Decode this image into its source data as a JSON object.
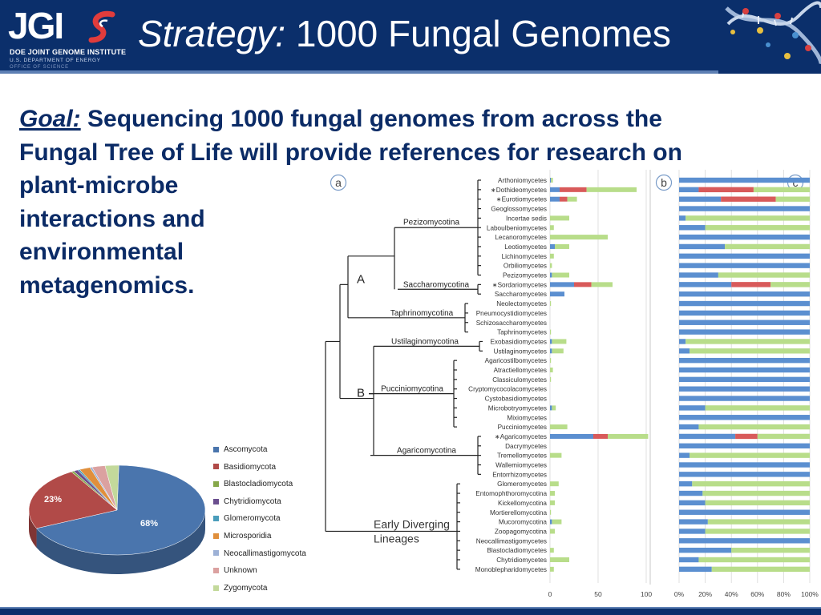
{
  "header": {
    "logo": "JGI",
    "logo_line1": "DOE JOINT GENOME INSTITUTE",
    "logo_line2": "U.S. DEPARTMENT OF ENERGY",
    "logo_line3": "OFFICE OF SCIENCE",
    "title_italic": "Strategy:",
    "title_rest": " 1000 Fungal Genomes"
  },
  "goal": {
    "label": "Goal:",
    "line1_rest": " Sequencing 1000 fungal genomes from across the",
    "line2": "Fungal Tree of Life will provide references for research on",
    "line3": "plant-microbe",
    "line4": "interactions and",
    "line5": "environmental",
    "line6": "metagenomics."
  },
  "colors": {
    "header_bg": "#0b2f6b",
    "text_dark_blue": "#0b2b66",
    "bar_blue": "#5b8fd0",
    "bar_red": "#d85a5a",
    "bar_green": "#b8dd8a"
  },
  "chart_data": [
    {
      "type": "pie",
      "categories": [
        "Ascomycota",
        "Basidiomycota",
        "Blastocladiomycota",
        "Chytridiomycota",
        "Glomeromycota",
        "Microsporidia",
        "Neocallimastigomycota",
        "Unknown",
        "Zygomycota"
      ],
      "values": [
        68,
        23,
        0.5,
        0.8,
        0.4,
        2,
        0.4,
        2.4,
        2.5
      ],
      "colors": [
        "#4a75ad",
        "#b14a48",
        "#86a84a",
        "#6b4f8f",
        "#4a9dbb",
        "#e08f3c",
        "#9db1d6",
        "#dba1a0",
        "#c3d99b"
      ],
      "data_labels": [
        "68%",
        "23%"
      ],
      "legend_position": "right"
    },
    {
      "type": "bar",
      "panel": "a",
      "categories": [
        "Arthoniomycetes",
        "Dothideomycetes",
        "Eurotiomycetes",
        "Geoglossomycetes",
        "Incertae sedis",
        "Laboulbeniomycetes",
        "Lecanoromycetes",
        "Leotiomycetes",
        "Lichinomycetes",
        "Orbiliomycetes",
        "Pezizomycetes",
        "Sordariomycetes",
        "Saccharomycetes",
        "Neolectomycetes",
        "Pneumocystidiomycetes",
        "Schizosaccharomycetes",
        "Taphrinomycetes",
        "Exobasidiomycetes",
        "Ustilaginomycetes",
        "Agaricostilbomycetes",
        "Atractiellomycetes",
        "Classiculomycetes",
        "Cryptomycocolacomycetes",
        "Cystobasidiomycetes",
        "Microbotryomycetes",
        "Mixiomycetes",
        "Pucciniomycetes",
        "Agaricomycetes",
        "Dacrymycetes",
        "Tremellomycetes",
        "Wallemiomycetes",
        "Entorrhizomycetes",
        "Glomeromycetes",
        "Entomophthoromycotina",
        "Kickellomycotina",
        "Mortierellomycotina",
        "Mucoromycotina",
        "Zoopagomycotina",
        "Neocallimastigomycetes",
        "Blastocladiomycetes",
        "Chytridiomycetes",
        "Monoblepharidomycetes"
      ],
      "starred": [
        "Dothideomycetes",
        "Eurotiomycetes",
        "Sordariomycetes",
        "Agaricomycetes"
      ],
      "series": [
        {
          "color": "#5b8fd0",
          "values": [
            1,
            10,
            10,
            0,
            0,
            0,
            0,
            5,
            0,
            0,
            2,
            25,
            15,
            0,
            0,
            0,
            0,
            2,
            2,
            0,
            0,
            0,
            0,
            0,
            2,
            0,
            0,
            45,
            0,
            0,
            0,
            0,
            0,
            0,
            0,
            0,
            2,
            0,
            0,
            0,
            0,
            0
          ]
        },
        {
          "color": "#d85a5a",
          "values": [
            0,
            28,
            8,
            0,
            0,
            0,
            0,
            0,
            0,
            0,
            0,
            18,
            0,
            0,
            0,
            0,
            0,
            0,
            0,
            0,
            0,
            0,
            0,
            0,
            0,
            0,
            0,
            15,
            0,
            0,
            0,
            0,
            0,
            0,
            0,
            0,
            0,
            0,
            0,
            0,
            0,
            0
          ]
        },
        {
          "color": "#b8dd8a",
          "values": [
            2,
            52,
            10,
            0,
            20,
            4,
            60,
            15,
            4,
            2,
            18,
            22,
            0,
            1,
            0,
            0,
            1,
            15,
            12,
            1,
            3,
            1,
            0,
            0,
            4,
            0,
            18,
            42,
            0,
            12,
            0,
            0,
            9,
            5,
            5,
            1,
            10,
            5,
            0,
            4,
            20,
            4
          ]
        }
      ],
      "x_ticks": [
        "0",
        "50",
        "100"
      ],
      "xlim": [
        0,
        100
      ]
    },
    {
      "type": "bar",
      "panel": "b",
      "stacked_percent": true,
      "series": [
        {
          "color": "#5b8fd0",
          "values": [
            100,
            15,
            32,
            100,
            5,
            20,
            100,
            35,
            100,
            100,
            30,
            40,
            100,
            100,
            100,
            100,
            100,
            5,
            8,
            100,
            100,
            100,
            100,
            100,
            20,
            100,
            15,
            43,
            100,
            8,
            100,
            100,
            10,
            18,
            20,
            100,
            22,
            20,
            100,
            40,
            15,
            25
          ]
        },
        {
          "color": "#d85a5a",
          "values": [
            0,
            42,
            42,
            0,
            0,
            0,
            0,
            0,
            0,
            0,
            0,
            30,
            0,
            0,
            0,
            0,
            0,
            0,
            0,
            0,
            0,
            0,
            0,
            0,
            0,
            0,
            0,
            17,
            0,
            0,
            0,
            0,
            0,
            0,
            0,
            0,
            0,
            0,
            0,
            0,
            0,
            0
          ]
        },
        {
          "color": "#b8dd8a",
          "values": [
            0,
            43,
            26,
            0,
            95,
            80,
            0,
            65,
            0,
            0,
            70,
            30,
            0,
            0,
            0,
            0,
            0,
            95,
            92,
            0,
            0,
            0,
            0,
            0,
            80,
            0,
            85,
            40,
            0,
            92,
            0,
            0,
            90,
            82,
            80,
            0,
            78,
            80,
            0,
            60,
            85,
            75
          ]
        }
      ],
      "x_ticks": [
        "0%",
        "20%",
        "40%",
        "60%",
        "80%",
        "100%"
      ]
    }
  ],
  "tree": {
    "panel_a": "a",
    "panel_b": "b",
    "panel_c": "c",
    "clade_A": "A",
    "clade_B": "B",
    "pezizomycotina": "Pezizomycotina",
    "saccharomycotina": "Saccharomycotina",
    "taphrinomycotina": "Taphrinomycotina",
    "ustilaginomycotina": "Ustilaginomycotina",
    "pucciniomycotina": "Pucciniomycotina",
    "agaricomycotina": "Agaricomycotina",
    "early1": "Early Diverging",
    "early2": "Lineages"
  }
}
